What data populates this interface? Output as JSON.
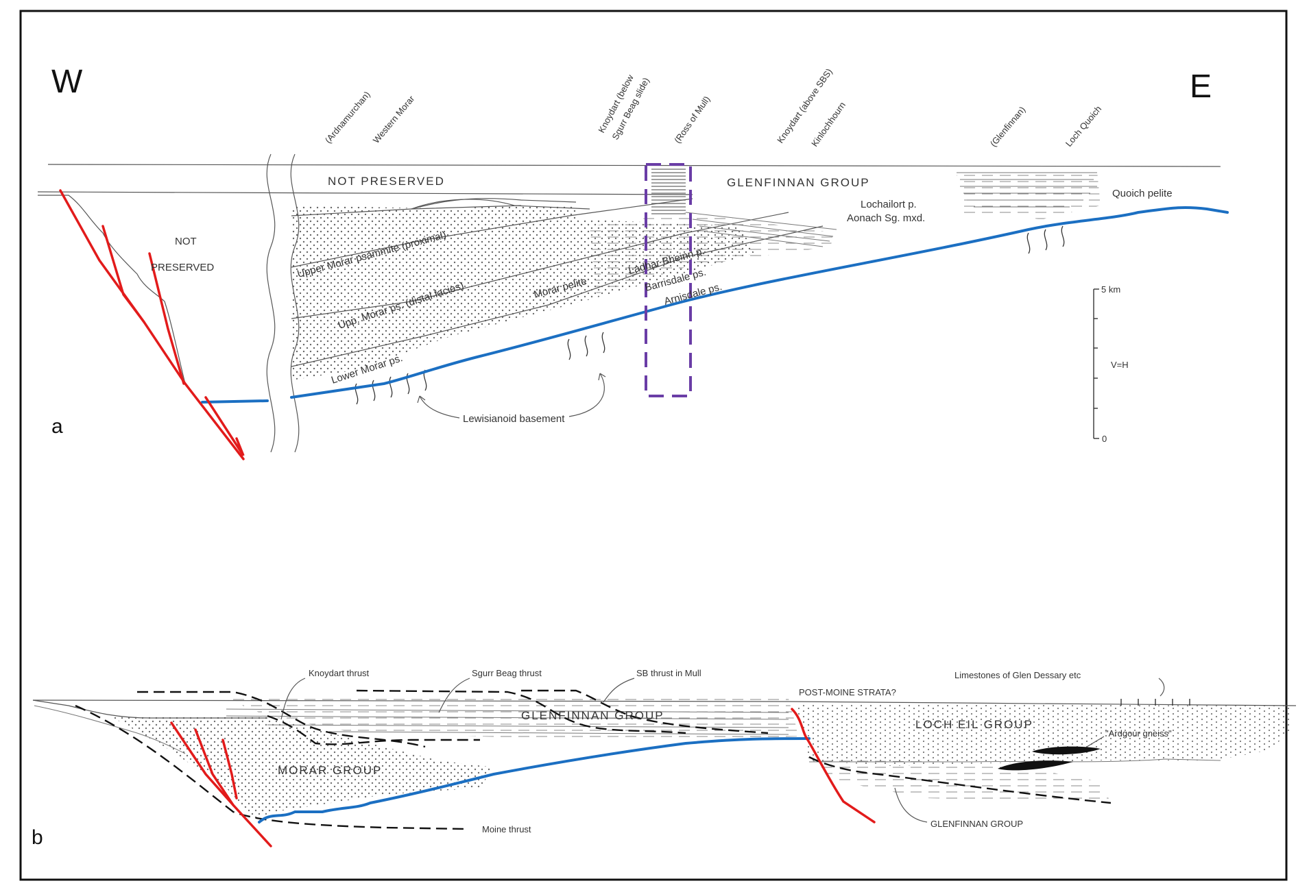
{
  "directions": {
    "west": "W",
    "east": "E"
  },
  "panels": {
    "a": "a",
    "b": "b"
  },
  "section_a": {
    "localities": [
      "(Ardnamurchan)",
      "Western Morar",
      "Knoydart (below",
      "Sgurr Beag slide)",
      "(Ross of Mull)",
      "Knoydart (above SBS)",
      "Kinlochhourn",
      "(Glenfinnan)",
      "Loch Quoich"
    ],
    "not_preserved_top": "NOT PRESERVED",
    "not_preserved_left_1": "NOT",
    "not_preserved_left_2": "PRESERVED",
    "glenfinnan_group": "GLENFINNAN GROUP",
    "lochailort": "Lochailort p.",
    "aonach": "Aonach Sg. mxd.",
    "quoich_pelite": "Quoich pelite",
    "upper_morar_proximal": "Upper Morar psammite (proximal)",
    "upp_morar_distal": "Upp. Morar ps. (distal facies)",
    "lower_morar": "Lower Morar ps.",
    "morar_pelite": "Morar pelite",
    "ladhar_bheinn": "Ladhar Bheinn p.",
    "barrisdale": "Barrisdale ps.",
    "arnisdale": "Arnisdale ps.",
    "lewisianoid": "Lewisianoid basement",
    "scale_top": "5 km",
    "scale_ratio": "V=H",
    "scale_zero": "0"
  },
  "section_b": {
    "knoydart_thrust": "Knoydart thrust",
    "sgurr_beag_thrust": "Sgurr Beag thrust",
    "sb_thrust_mull": "SB thrust in Mull",
    "post_moine": "POST-MOINE STRATA?",
    "limestones": "Limestones of Glen Dessary etc",
    "glenfinnan_group_upper": "GLENFINNAN GROUP",
    "loch_eil_group": "LOCH EIL GROUP",
    "ardgour_gneiss": "\"Ardgour gneiss\"",
    "morar_group": "MORAR GROUP",
    "moine_thrust": "Moine thrust",
    "glenfinnan_group_lower": "GLENFINNAN GROUP"
  },
  "colors": {
    "basement_contact": "#1b6fc2",
    "faults": "#e21b1b",
    "ross_of_mull_box": "#6a3da6"
  }
}
